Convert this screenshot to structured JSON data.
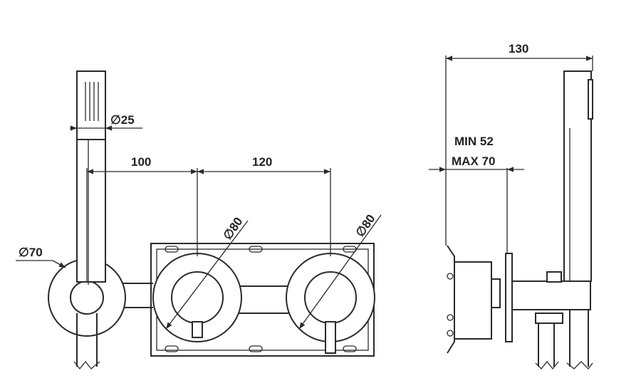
{
  "dimensions": {
    "handshower_dia": "∅25",
    "rosette_dia": "∅70",
    "spacing_left": "100",
    "spacing_right": "120",
    "handle_dia_left": "∅80",
    "handle_dia_right": "∅80",
    "overall_depth": "130",
    "install_depth_min": "MIN 52",
    "install_depth_max": "MAX 70"
  }
}
